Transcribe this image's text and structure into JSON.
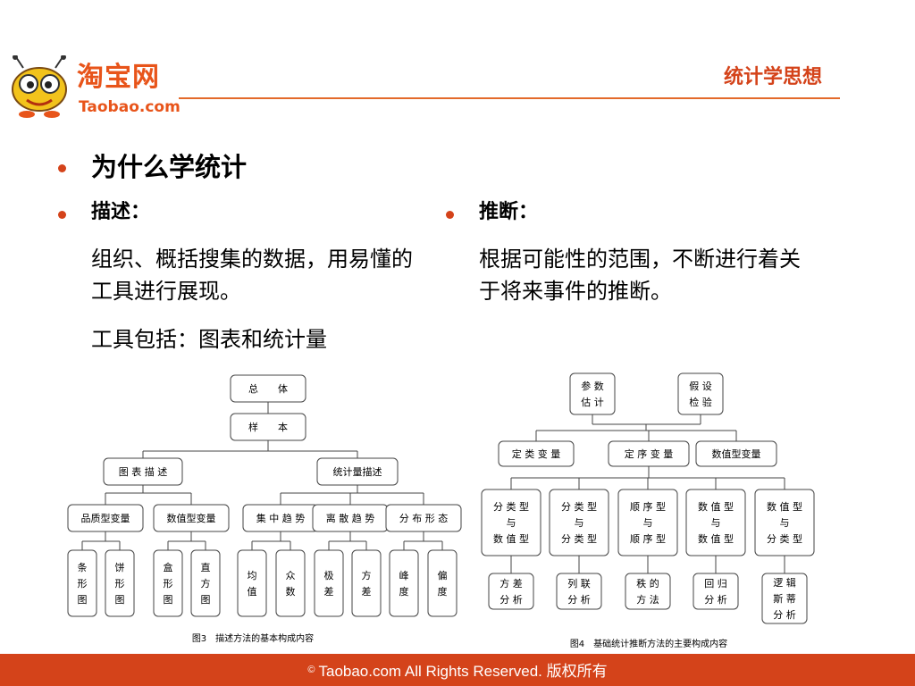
{
  "header": {
    "brand_cn": "淘宝网",
    "brand_en": "Taobao.com",
    "slide_title": "统计学思想"
  },
  "content": {
    "question": "为什么学统计",
    "descriptive": {
      "heading": "描述：",
      "body": "组织、概括搜集的数据，用易懂的工具进行展现。",
      "tools": "工具包括：图表和统计量"
    },
    "inferential": {
      "heading": "推断：",
      "body": "根据可能性的范围，不断进行着关于将来事件的推断。"
    }
  },
  "figure3": {
    "caption": "图3　描述方法的基本构成内容",
    "root": "总　　体",
    "sample": "样　　本",
    "branches": [
      "图 表 描 述",
      "统计量描述"
    ],
    "groups": [
      "品质型变量",
      "数值型变量",
      "集 中 趋 势",
      "离 散 趋 势",
      "分 布 形 态"
    ],
    "leaves": [
      [
        "条",
        "形",
        "图"
      ],
      [
        "饼",
        "形",
        "图"
      ],
      [
        "盒",
        "形",
        "图"
      ],
      [
        "直",
        "方",
        "图"
      ],
      [
        "均",
        "值"
      ],
      [
        "众",
        "数"
      ],
      [
        "极",
        "差"
      ],
      [
        "方",
        "差"
      ],
      [
        "峰",
        "度"
      ],
      [
        "偏",
        "度"
      ]
    ]
  },
  "figure4": {
    "caption": "图4　基础统计推断方法的主要构成内容",
    "top": [
      [
        "参 数",
        "估 计"
      ],
      [
        "假 设",
        "检 验"
      ]
    ],
    "vars": [
      "定 类 变 量",
      "定 序 变 量",
      "数值型变量"
    ],
    "pairs": [
      [
        "分 类 型",
        "与",
        "数 值 型"
      ],
      [
        "分 类 型",
        "与",
        "分 类 型"
      ],
      [
        "顺 序 型",
        "与",
        "顺 序 型"
      ],
      [
        "数 值 型",
        "与",
        "数 值 型"
      ],
      [
        "数 值 型",
        "与",
        "分 类 型"
      ]
    ],
    "methods": [
      [
        "方 差",
        "分 析"
      ],
      [
        "列 联",
        "分 析"
      ],
      [
        "秩 的",
        "方 法"
      ],
      [
        "回 归",
        "分 析"
      ],
      [
        "逻 辑",
        "斯 蒂",
        "分 析"
      ]
    ]
  },
  "footer": {
    "copyright_symbol": "©",
    "text": "Taobao.com  All Rights Reserved. 版权所有"
  },
  "colors": {
    "brand_orange": "#e8541a",
    "footer_red": "#d4431a",
    "mascot_yellow": "#f2c31c"
  }
}
